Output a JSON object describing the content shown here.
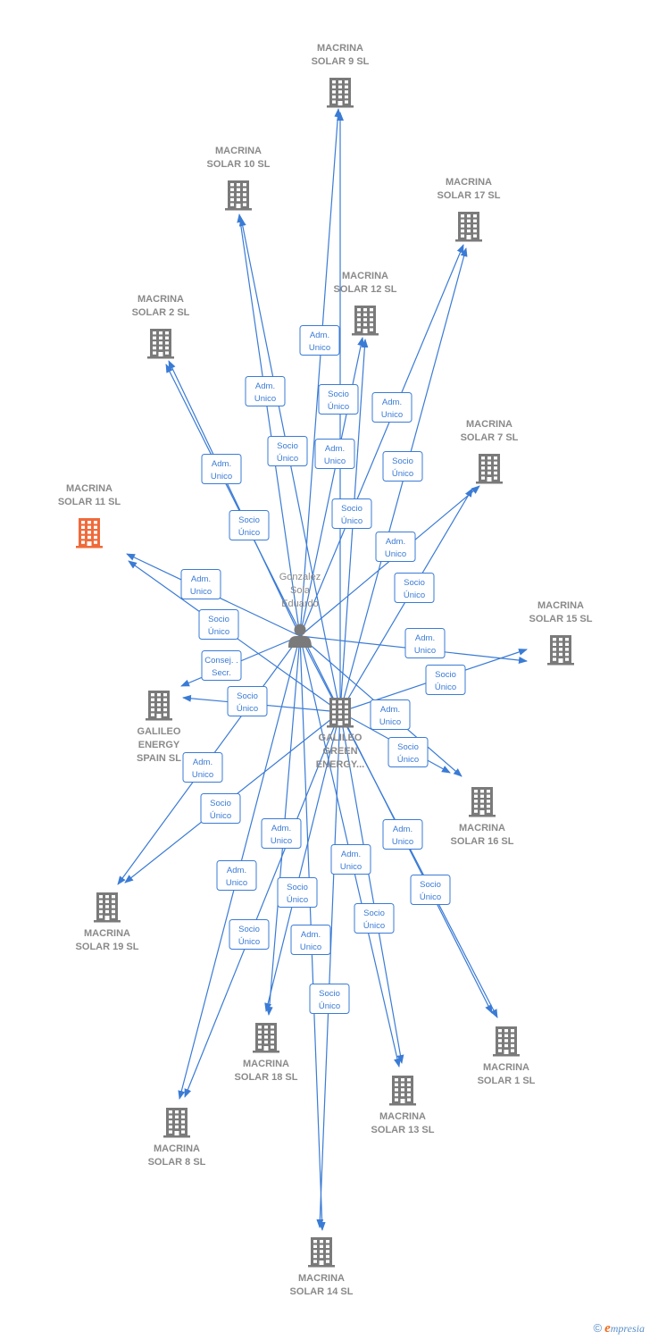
{
  "colors": {
    "edge": "#3a7bd5",
    "building": "#7a7a7a",
    "focus_building": "#f06a3a",
    "label": "#8a8a8a"
  },
  "icons": {
    "company": "building-icon",
    "person": "person-icon"
  },
  "nodes": [
    {
      "id": "gonzalez",
      "type": "person",
      "lines": [
        "Gonzalez",
        "Sola",
        "Eduardo"
      ]
    },
    {
      "id": "galileo_green",
      "type": "company",
      "lines": [
        "GALILEO",
        "GREEN",
        "ENERGY..."
      ]
    },
    {
      "id": "s9",
      "type": "company",
      "lines": [
        "MACRINA",
        "SOLAR 9  SL"
      ]
    },
    {
      "id": "s10",
      "type": "company",
      "lines": [
        "MACRINA",
        "SOLAR 10  SL"
      ]
    },
    {
      "id": "s17",
      "type": "company",
      "lines": [
        "MACRINA",
        "SOLAR 17  SL"
      ]
    },
    {
      "id": "s12",
      "type": "company",
      "lines": [
        "MACRINA",
        "SOLAR 12  SL"
      ]
    },
    {
      "id": "s2",
      "type": "company",
      "lines": [
        "MACRINA",
        "SOLAR 2  SL"
      ]
    },
    {
      "id": "s7",
      "type": "company",
      "lines": [
        "MACRINA",
        "SOLAR 7  SL"
      ]
    },
    {
      "id": "s11",
      "type": "company",
      "focus": true,
      "lines": [
        "MACRINA",
        "SOLAR 11  SL"
      ]
    },
    {
      "id": "s15",
      "type": "company",
      "lines": [
        "MACRINA",
        "SOLAR 15  SL"
      ]
    },
    {
      "id": "gspain",
      "type": "company",
      "lines": [
        "GALILEO",
        "ENERGY",
        "SPAIN  SL"
      ]
    },
    {
      "id": "s16",
      "type": "company",
      "lines": [
        "MACRINA",
        "SOLAR 16  SL"
      ]
    },
    {
      "id": "s19",
      "type": "company",
      "lines": [
        "MACRINA",
        "SOLAR 19  SL"
      ]
    },
    {
      "id": "s18",
      "type": "company",
      "lines": [
        "MACRINA",
        "SOLAR 18  SL"
      ]
    },
    {
      "id": "s1",
      "type": "company",
      "lines": [
        "MACRINA",
        "SOLAR 1  SL"
      ]
    },
    {
      "id": "s13",
      "type": "company",
      "lines": [
        "MACRINA",
        "SOLAR 13  SL"
      ]
    },
    {
      "id": "s8",
      "type": "company",
      "lines": [
        "MACRINA",
        "SOLAR 8  SL"
      ]
    },
    {
      "id": "s14",
      "type": "company",
      "lines": [
        "MACRINA",
        "SOLAR 14  SL"
      ]
    }
  ],
  "relations": [
    {
      "from": "gonzalez",
      "to": "s9",
      "lines": [
        "Adm.",
        "Unico"
      ]
    },
    {
      "from": "galileo_green",
      "to": "s9",
      "lines": [
        "Socio",
        "Único"
      ]
    },
    {
      "from": "gonzalez",
      "to": "s10",
      "lines": [
        "Adm.",
        "Unico"
      ]
    },
    {
      "from": "galileo_green",
      "to": "s10",
      "lines": [
        "Socio",
        "Único"
      ]
    },
    {
      "from": "gonzalez",
      "to": "s17",
      "lines": [
        "Adm.",
        "Unico"
      ]
    },
    {
      "from": "galileo_green",
      "to": "s17",
      "lines": [
        "Socio",
        "Único"
      ]
    },
    {
      "from": "gonzalez",
      "to": "s12",
      "lines": [
        "Adm.",
        "Unico"
      ]
    },
    {
      "from": "galileo_green",
      "to": "s12",
      "lines": [
        "Socio",
        "Único"
      ]
    },
    {
      "from": "gonzalez",
      "to": "s2",
      "lines": [
        "Adm.",
        "Unico"
      ]
    },
    {
      "from": "galileo_green",
      "to": "s2",
      "lines": [
        "Socio",
        "Único"
      ]
    },
    {
      "from": "gonzalez",
      "to": "s7",
      "lines": [
        "Adm.",
        "Unico"
      ]
    },
    {
      "from": "galileo_green",
      "to": "s7",
      "lines": [
        "Socio",
        "Único"
      ]
    },
    {
      "from": "gonzalez",
      "to": "s11",
      "lines": [
        "Adm.",
        "Unico"
      ]
    },
    {
      "from": "galileo_green",
      "to": "s11",
      "lines": [
        "Socio",
        "Único"
      ]
    },
    {
      "from": "gonzalez",
      "to": "s15",
      "lines": [
        "Adm.",
        "Unico"
      ]
    },
    {
      "from": "galileo_green",
      "to": "s15",
      "lines": [
        "Socio",
        "Único"
      ]
    },
    {
      "from": "gonzalez",
      "to": "gspain",
      "lines": [
        "Consej. .",
        "Secr."
      ]
    },
    {
      "from": "galileo_green",
      "to": "gspain",
      "lines": [
        "Socio",
        "Único"
      ]
    },
    {
      "from": "gonzalez",
      "to": "s16",
      "lines": [
        "Adm.",
        "Unico"
      ]
    },
    {
      "from": "galileo_green",
      "to": "s16",
      "lines": [
        "Socio",
        "Único"
      ]
    },
    {
      "from": "gonzalez",
      "to": "s19",
      "lines": [
        "Adm.",
        "Unico"
      ]
    },
    {
      "from": "galileo_green",
      "to": "s19",
      "lines": [
        "Socio",
        "Único"
      ]
    },
    {
      "from": "gonzalez",
      "to": "s18",
      "lines": [
        "Adm.",
        "Unico"
      ]
    },
    {
      "from": "galileo_green",
      "to": "s18",
      "lines": [
        "Socio",
        "Único"
      ]
    },
    {
      "from": "gonzalez",
      "to": "s1",
      "lines": [
        "Adm.",
        "Unico"
      ]
    },
    {
      "from": "galileo_green",
      "to": "s1",
      "lines": [
        "Socio",
        "Único"
      ]
    },
    {
      "from": "gonzalez",
      "to": "s13",
      "lines": [
        "Adm.",
        "Unico"
      ]
    },
    {
      "from": "galileo_green",
      "to": "s13",
      "lines": [
        "Socio",
        "Único"
      ]
    },
    {
      "from": "gonzalez",
      "to": "s8",
      "lines": [
        "Adm.",
        "Unico"
      ]
    },
    {
      "from": "galileo_green",
      "to": "s8",
      "lines": [
        "Socio",
        "Único"
      ]
    },
    {
      "from": "gonzalez",
      "to": "s14",
      "lines": [
        "Adm.",
        "Unico"
      ]
    },
    {
      "from": "galileo_green",
      "to": "s14",
      "lines": [
        "Socio",
        "Único"
      ]
    }
  ],
  "footer": {
    "copyright": "©",
    "brand_first": "e",
    "brand_rest": "mpresia"
  }
}
